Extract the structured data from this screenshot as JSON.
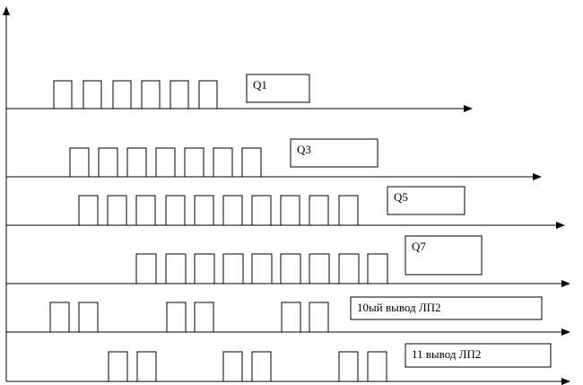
{
  "diagram": {
    "channels": [
      {
        "label": "Q1"
      },
      {
        "label": "Q3"
      },
      {
        "label": "Q5"
      },
      {
        "label": "Q7"
      },
      {
        "label": "10ый вывод ЛП2"
      },
      {
        "label": "11 вывод ЛП2"
      }
    ]
  }
}
